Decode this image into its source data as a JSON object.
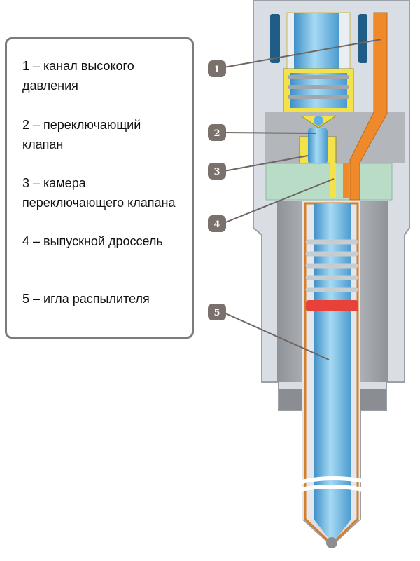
{
  "legend": {
    "items": [
      {
        "number": "1",
        "text": "1 – канал высокого\nдавления"
      },
      {
        "number": "2",
        "text": "2 – переключающий\nклапан"
      },
      {
        "number": "3",
        "text": "3 – камера\nпереключающего клапана"
      },
      {
        "number": "4",
        "text": "4 – выпускной дроссель"
      },
      {
        "number": "5",
        "text": "5 – игла распылителя"
      }
    ]
  },
  "callouts": [
    "1",
    "2",
    "3",
    "4",
    "5"
  ],
  "colors": {
    "badge": "#7a706c",
    "body": "#d9dee4",
    "fuel_channel": "#f0892a",
    "needle": "#8ec9ea",
    "housing": "#f3e24a",
    "plate": "#b9dcc6",
    "ring": "#e8413a"
  }
}
